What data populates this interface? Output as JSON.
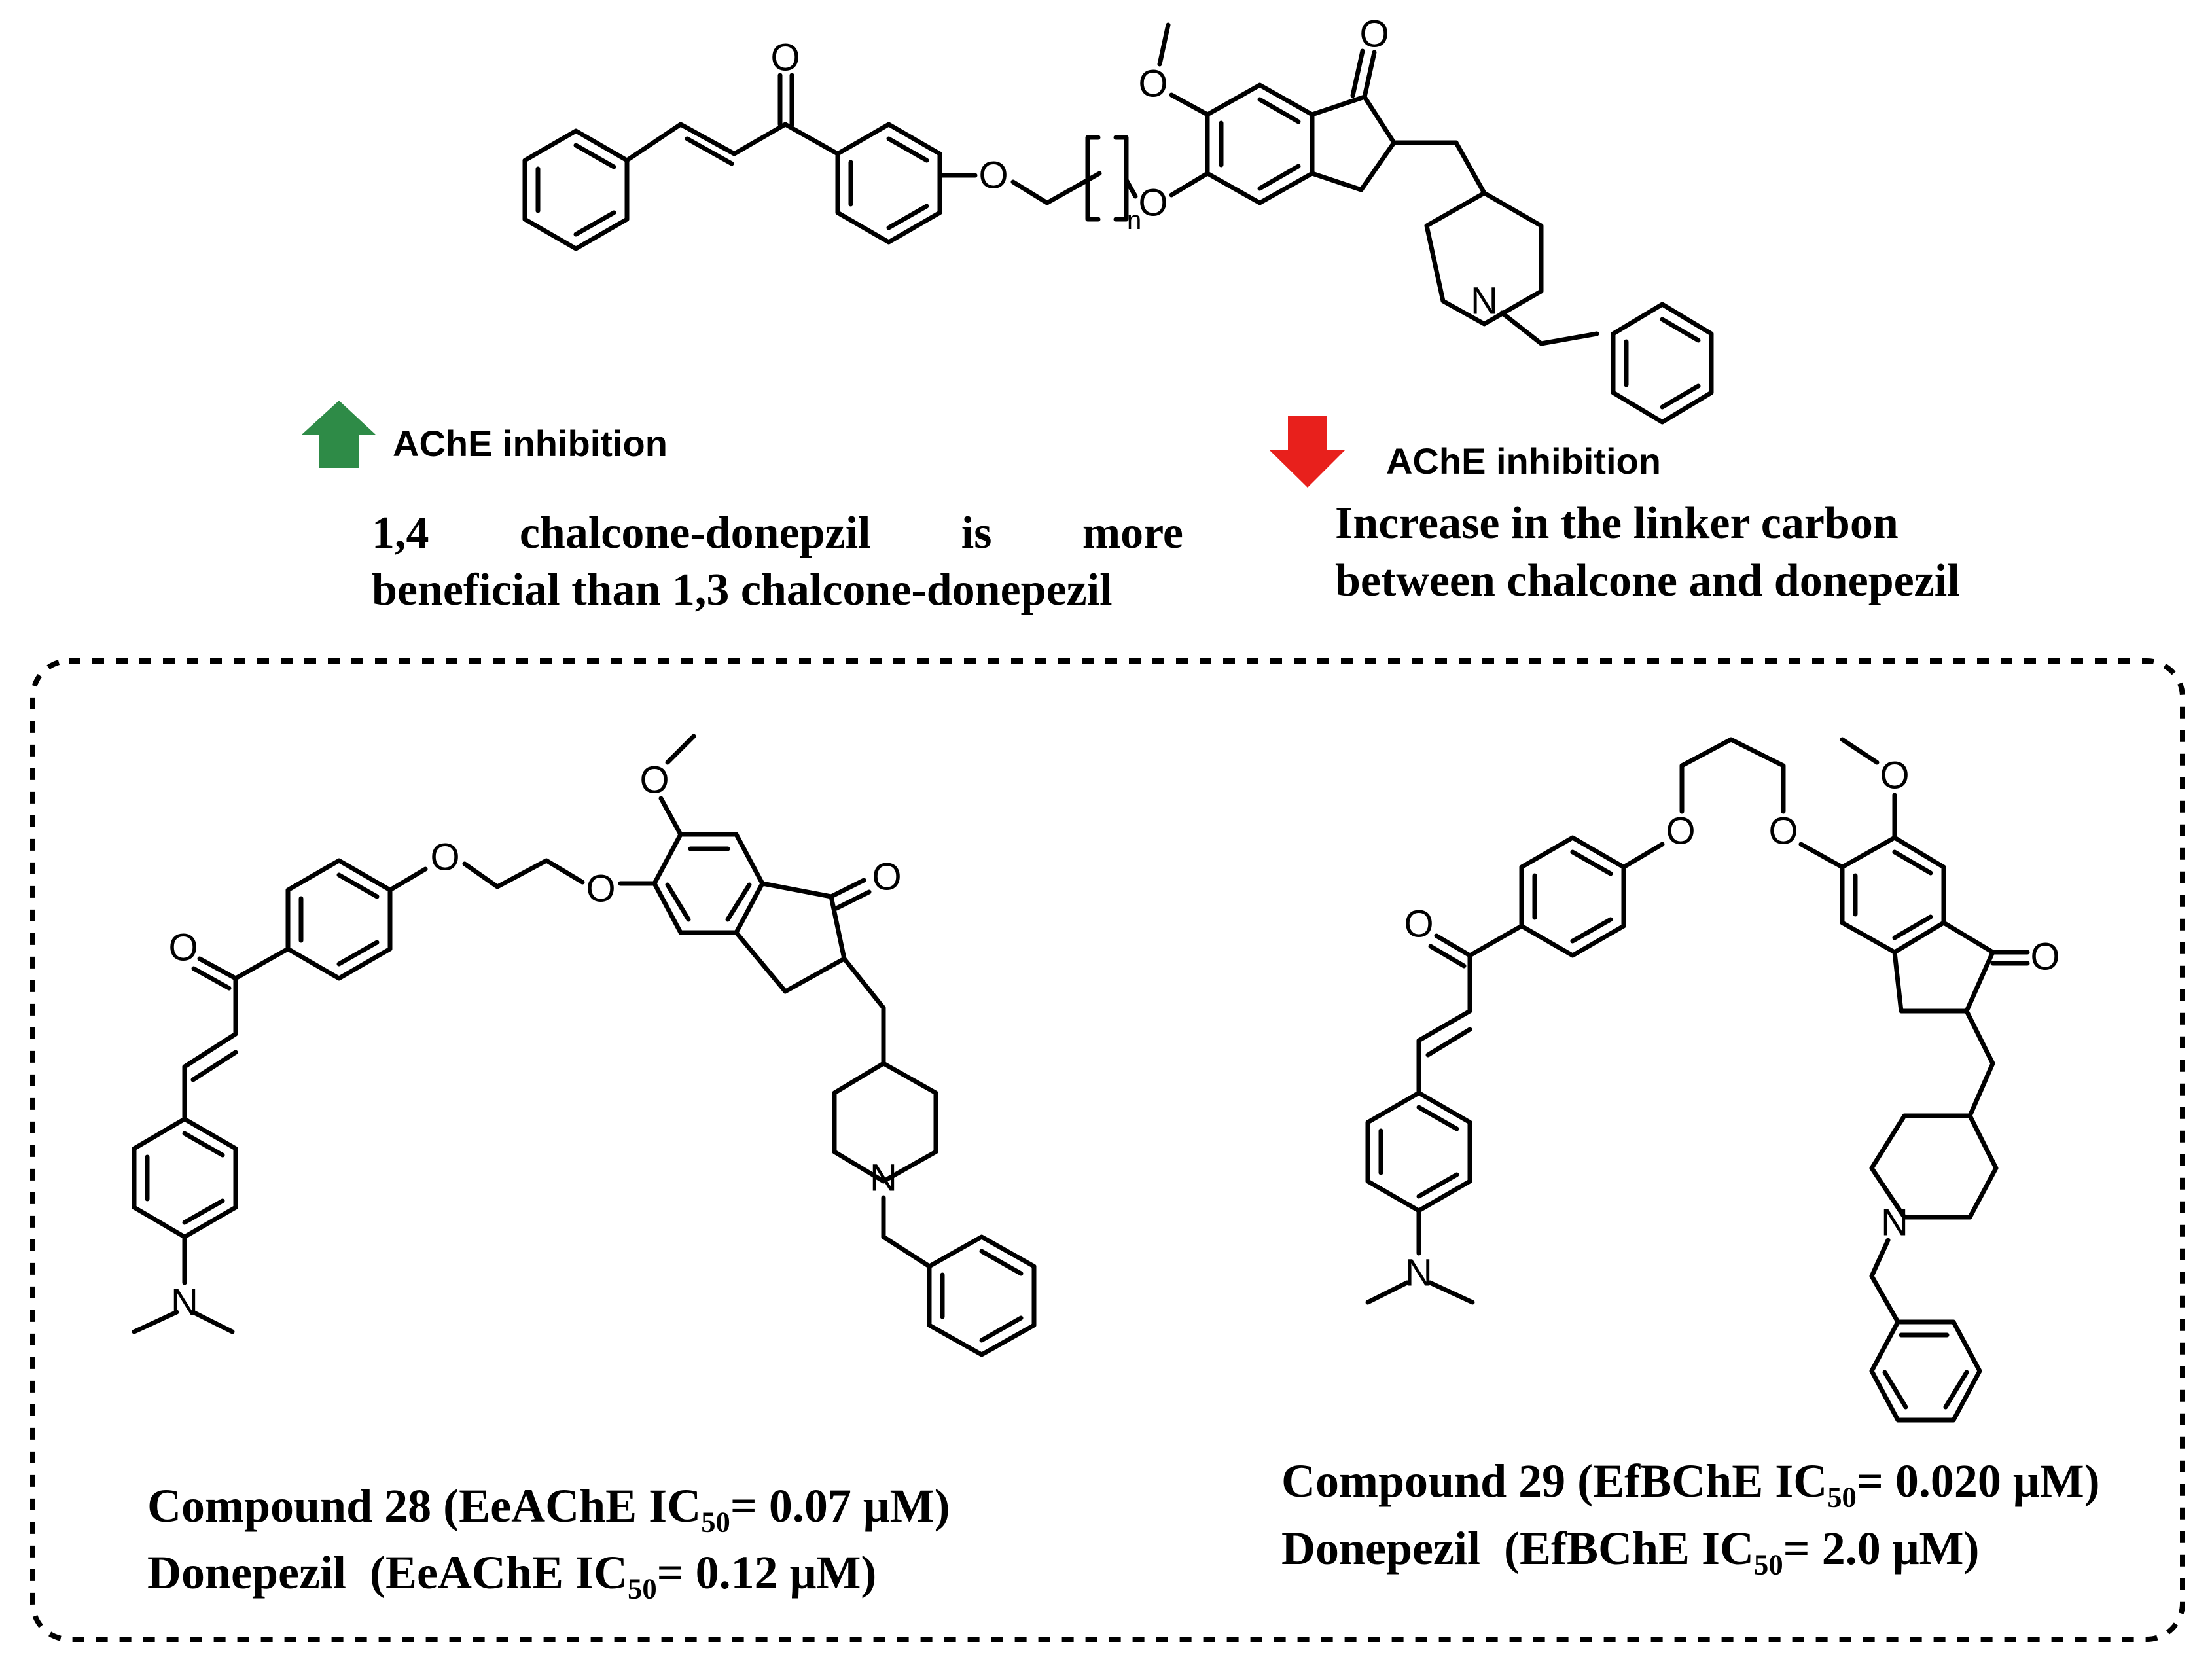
{
  "top": {
    "label_up": "AChE inhibition",
    "label_down": "AChE inhibition",
    "note_left_line1": "1,4 chalcone-donepzil is more",
    "note_left_line2": "beneficial than 1,3 chalcone-donepezil",
    "note_right_line1": "Increase in the linker carbon",
    "note_right_line2": "between chalcone and donepezil",
    "n_label": "n"
  },
  "atoms": {
    "O": "O",
    "N": "N"
  },
  "compound28": {
    "name": "Compound 28",
    "assay_open": "(EeAChE IC",
    "sub": "50",
    "value": "= 0.07 μM)"
  },
  "donepezil_ache": {
    "name": "Donepezil",
    "assay_open": "(EeAChE IC",
    "sub": "50",
    "value": "= 0.12 μM)"
  },
  "compound29": {
    "name": "Compound 29",
    "assay_open": "(EfBChE IC",
    "sub": "50",
    "value": "= 0.020 μM)"
  },
  "donepezil_bche": {
    "name": "Donepezil",
    "assay_open": "(EfBChE IC",
    "sub": "50",
    "value": "= 2.0 μM)"
  },
  "colors": {
    "arrow_up": "#2e8b47",
    "arrow_down": "#e8201c",
    "line": "#000000"
  }
}
